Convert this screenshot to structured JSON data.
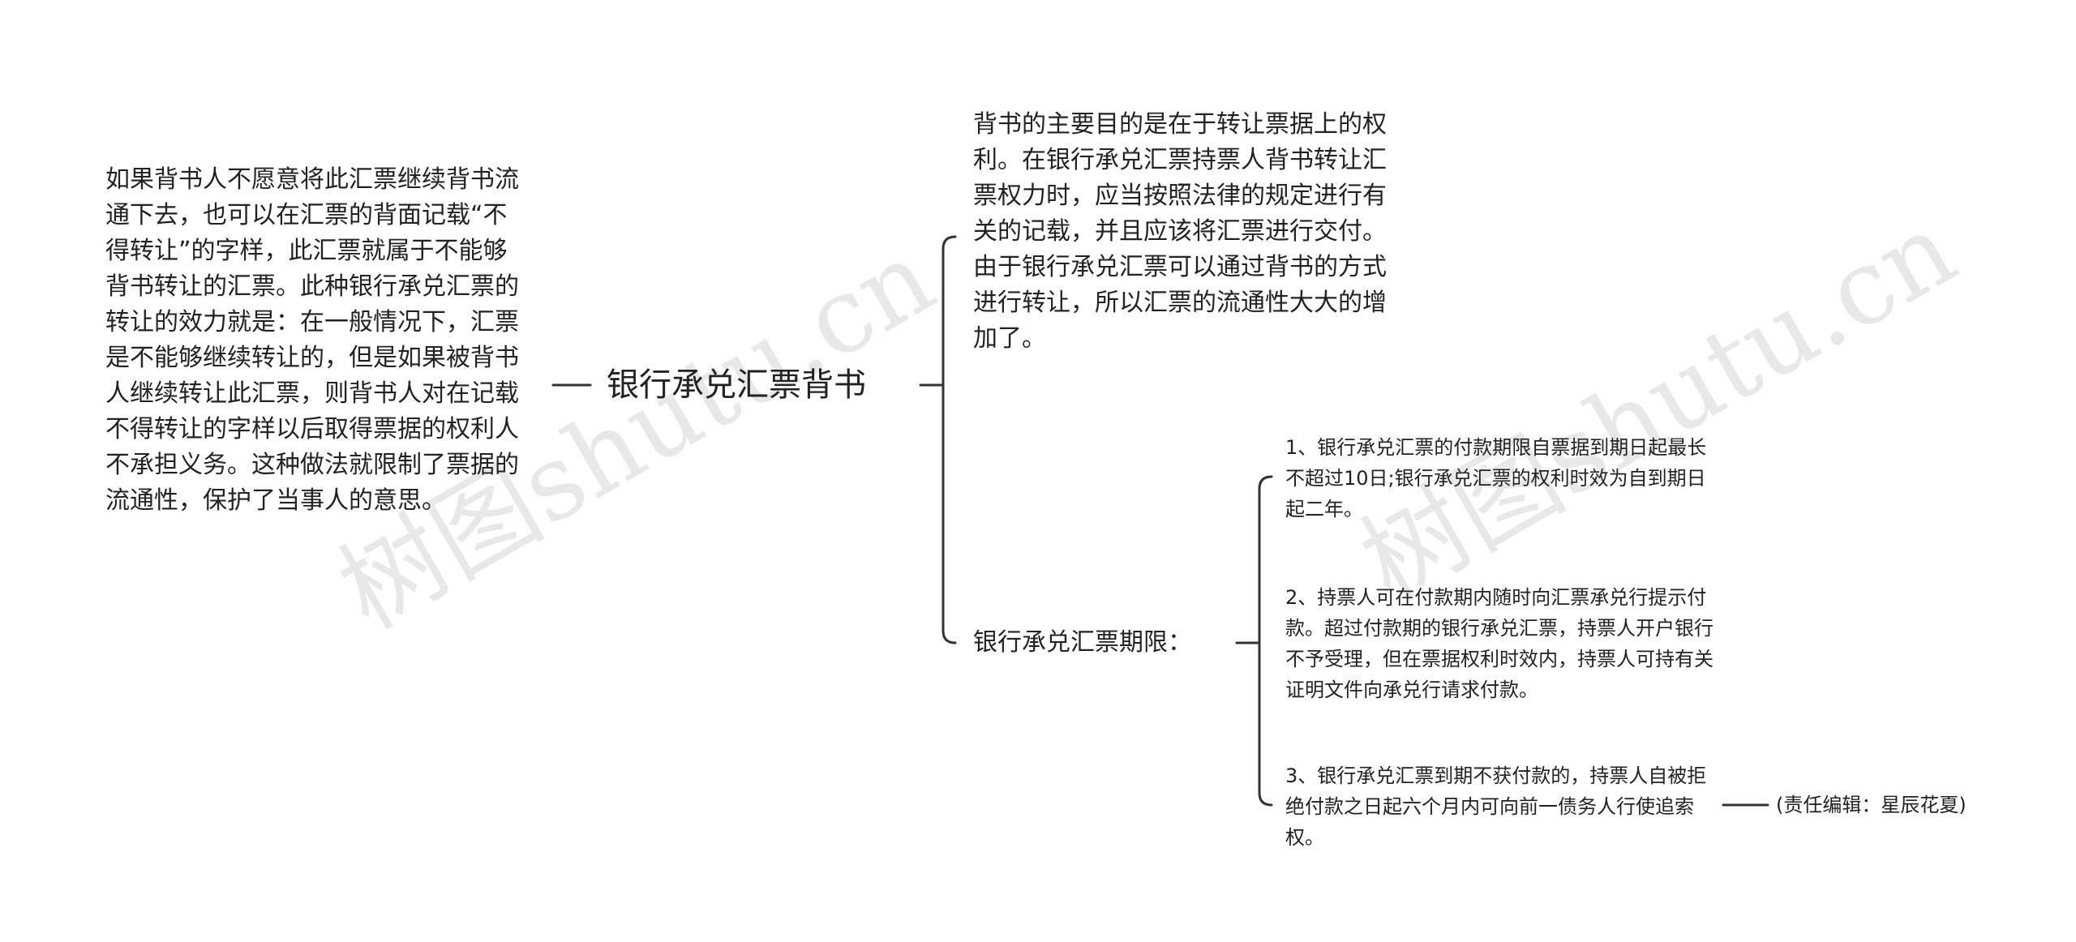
{
  "root": {
    "label": "银行承兑汇票背书"
  },
  "left_note": {
    "text": "如果背书人不愿意将此汇票继续背书流通下去，也可以在汇票的背面记载“不得转让”的字样，此汇票就属于不能够背书转让的汇票。此种银行承兑汇票的转让的效力就是：在一般情况下，汇票是不能够继续转让的，但是如果被背书人继续转让此汇票，则背书人对在记载不得转让的字样以后取得票据的权利人不承担义务。这种做法就限制了票据的流通性，保护了当事人的意思。"
  },
  "branch_purpose": {
    "text": "背书的主要目的是在于转让票据上的权利。在银行承兑汇票持票人背书转让汇票权力时，应当按照法律的规定进行有关的记载，并且应该将汇票进行交付。由于银行承兑汇票可以通过背书的方式进行转让，所以汇票的流通性大大的增加了。"
  },
  "branch_term": {
    "label": "银行承兑汇票期限：",
    "items": [
      "1、银行承兑汇票的付款期限自票据到期日起最长不超过10日;银行承兑汇票的权利时效为自到期日起二年。",
      "2、持票人可在付款期内随时向汇票承兑行提示付款。超过付款期的银行承兑汇票，持票人开户银行不予受理，但在票据权利时效内，持票人可持有关证明文件向承兑行请求付款。",
      "3、银行承兑汇票到期不获付款的，持票人自被拒绝付款之日起六个月内可向前一债务人行使追索权。"
    ]
  },
  "editor_note": {
    "text": "(责任编辑：星辰花夏)"
  },
  "watermarks": [
    "树图shutu.cn",
    "树图shutu.cn"
  ],
  "colors": {
    "line": "#333333",
    "text": "#222222",
    "watermark": "#bbbbbb"
  }
}
